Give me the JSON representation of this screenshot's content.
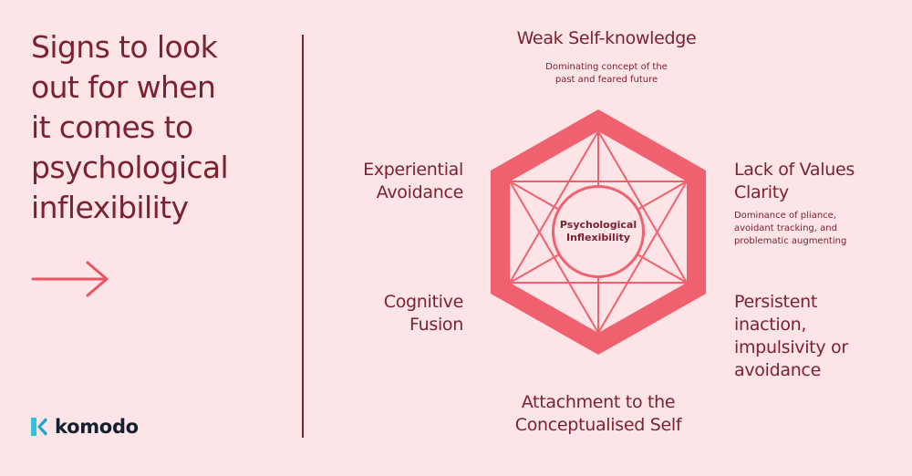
{
  "headline": "Signs to look\nout for when\nit comes to\npsychological\ninflexibility",
  "center_label": "Psychological\nInflexibility",
  "nodes": {
    "top": {
      "title": "Weak Self-knowledge",
      "description": "Dominating concept of the\npast and feared future"
    },
    "upper_left": {
      "title": "Experiential\nAvoidance"
    },
    "upper_right": {
      "title": "Lack of Values\nClarity",
      "description": "Dominance of pliance,\navoidant tracking, and\nproblematic augmenting"
    },
    "lower_left": {
      "title": "Cognitive\nFusion"
    },
    "lower_right": {
      "title": "Persistent\ninaction,\nimpulsivity or\navoidance"
    },
    "bottom": {
      "title": "Attachment to the\nConceptualised Self"
    }
  },
  "brand": {
    "name": "komodo"
  },
  "colors": {
    "background": "#fde4e6",
    "text": "#7a2230",
    "hexagon": "#f0616f",
    "arrow": "#ea5562",
    "logo_mark": "#2ec4d6",
    "logo_text": "#14202f"
  },
  "icons": {
    "arrow": "arrow-right-icon",
    "logo": "komodo-logo-icon"
  }
}
